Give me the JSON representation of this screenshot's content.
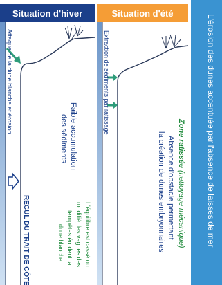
{
  "panels": {
    "winter": {
      "title": "Situation d'hiver",
      "label_attack": "Attaque de la dune blanche et érosion",
      "label_accumulation_line1": "Faible accumulation",
      "label_accumulation_line2": "des sédiments",
      "label_recul": "RECUL DU TRAIT DE CÔTE",
      "label_equilibre_line1": "L'équilibre est cassé ou",
      "label_equilibre_line2": "modifié, les vagues des",
      "label_equilibre_line3": "tempêtes érodent la",
      "label_equilibre_line4": "dune blanche"
    },
    "summer": {
      "title": "Situation d'été",
      "label_extraction": "Extraction de sédiments par ratissage",
      "label_zone_bold": "Zone ratissée",
      "label_zone_italic": "(nettoyage mécanique)",
      "label_absence_line1": "Absence d'obstacle permettant",
      "label_absence_line2": "la création de dunes embryonnaires"
    },
    "side": {
      "title": "L'érosion des dunes accentuée par l'absence de laisses de mer"
    }
  },
  "colors": {
    "sea_dark": "#3a68a8",
    "sea_light": "#9fc3e6",
    "arrow_green": "#2e9c7a",
    "header_winter": "#1b3f8a",
    "header_summer": "#f59d36",
    "side_blue": "#3a93d1"
  },
  "icons": [
    "arrow-icon",
    "outline-arrow-icon",
    "grass-icon"
  ]
}
